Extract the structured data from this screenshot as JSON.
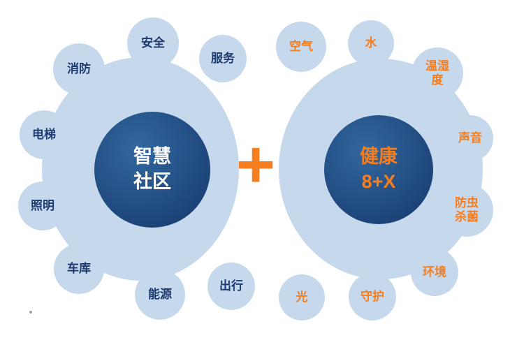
{
  "plus": "+",
  "left_cluster": {
    "center_label": "智慧\n社区",
    "satellites": [
      {
        "label": "安全"
      },
      {
        "label": "服务"
      },
      {
        "label": "消防"
      },
      {
        "label": "电梯"
      },
      {
        "label": "照明"
      },
      {
        "label": "车库"
      },
      {
        "label": "能源"
      },
      {
        "label": "出行"
      }
    ]
  },
  "right_cluster": {
    "center_label": "健康\n8+X",
    "satellites": [
      {
        "label": "空气"
      },
      {
        "label": "水"
      },
      {
        "label": "温湿度"
      },
      {
        "label": "声音"
      },
      {
        "label": "防虫杀菌"
      },
      {
        "label": "环境"
      },
      {
        "label": "守护"
      },
      {
        "label": "光"
      }
    ]
  },
  "colors": {
    "cluster_fill": "#c6d8ec",
    "core_fill_dark": "#1c4276",
    "core_fill_light": "#31689f",
    "accent_orange": "#f57e20",
    "left_label_text": "#1d3b70",
    "left_core_text": "#ffffff"
  }
}
